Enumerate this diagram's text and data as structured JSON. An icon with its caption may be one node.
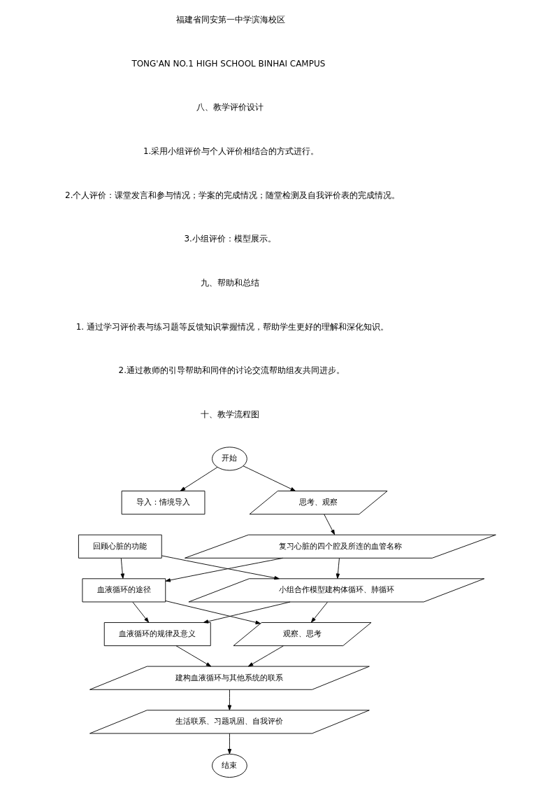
{
  "diagram": {
    "nodes": [
      {
        "text": [
          "开始"
        ]
      },
      {
        "text": [
          "导入：情境导入"
        ]
      },
      {
        "text": [
          "思考、观察"
        ]
      },
      {
        "text": [
          "回顾心脏的功能"
        ]
      },
      {
        "text": [
          "复习心脏的四个腔及所连的血管名称"
        ]
      },
      {
        "text": [
          "血液循环的途径"
        ]
      },
      {
        "text": [
          "小组合作模型建构体循环、肺循环"
        ]
      },
      {
        "text": [
          "血液循环的规律及意义"
        ]
      },
      {
        "text": [
          "观察、思考"
        ]
      },
      {
        "text": [
          "建构血液循环与其他系统的联系"
        ]
      },
      {
        "text": [
          "生活联系、习题巩固、自我评价"
        ]
      },
      {
        "text": [
          "结束"
        ]
      }
    ],
    "edges": [
      {
        "from": 0,
        "to": 1,
        "arrow": "to"
      },
      {
        "from": 0,
        "to": 2,
        "arrow": "to"
      },
      {
        "from": 2,
        "to": 4,
        "arrow": "to"
      },
      {
        "from": 3,
        "to": 5,
        "arrow": "to"
      },
      {
        "from": 3,
        "to": 6,
        "arrow": "to"
      },
      {
        "from": 4,
        "to": 5,
        "arrow": "to"
      },
      {
        "from": 4,
        "to": 6,
        "arrow": "to"
      },
      {
        "from": 5,
        "to": 7,
        "arrow": "to"
      },
      {
        "from": 5,
        "to": 8,
        "arrow": "to"
      },
      {
        "from": 6,
        "to": 7,
        "arrow": "to"
      },
      {
        "from": 6,
        "to": 8,
        "arrow": "to"
      },
      {
        "from": 7,
        "to": 9,
        "arrow": "to"
      },
      {
        "from": 8,
        "to": 9,
        "arrow": "to"
      },
      {
        "from": 9,
        "to": 10,
        "arrow": "to"
      },
      {
        "from": 10,
        "to": 11,
        "arrow": "to"
      }
    ],
    "labels": [
      "福建省同安第一中学滨海校区",
      "TONG'AN NO.1 HIGH SCHOOL BINHAI CAMPUS",
      "八、教学评价设计",
      "1.采用小组评价与个人评价相结合的方式进行。",
      "2.个人评价：课堂发言和参与情况；学案的完成情况；随堂检测及自我评价表的完成情况。",
      "3.小组评价：模型展示。",
      "九、帮助和总结",
      "1. 通过学习评价表与练习题等反馈知识掌握情况，帮助学生更好的理解和深化知识。",
      "2.通过教师的引导帮助和同伴的讨论交流帮助组友共同进步。",
      "十、教学流程图"
    ]
  }
}
